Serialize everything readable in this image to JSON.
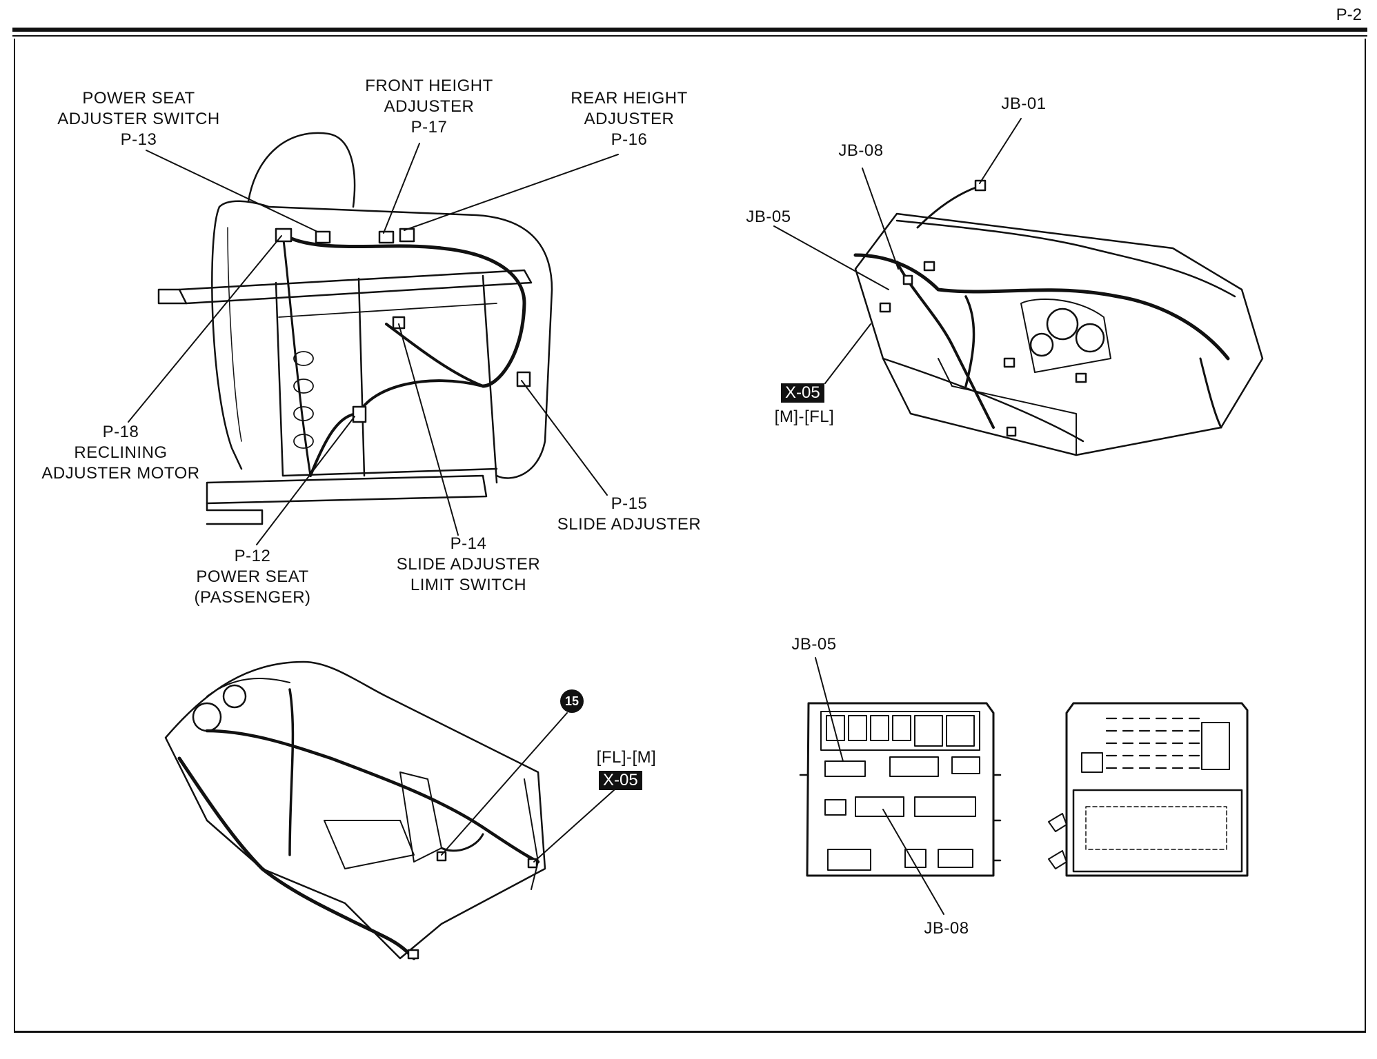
{
  "page": {
    "number": "P-2"
  },
  "seat_diagram": {
    "labels": {
      "p13": [
        "POWER SEAT",
        "ADJUSTER SWITCH",
        "P-13"
      ],
      "p17": [
        "FRONT HEIGHT",
        "ADJUSTER",
        "P-17"
      ],
      "p16": [
        "REAR HEIGHT",
        "ADJUSTER",
        "P-16"
      ],
      "p18": [
        "P-18",
        "RECLINING",
        "ADJUSTER MOTOR"
      ],
      "p15": [
        "P-15",
        "SLIDE ADJUSTER"
      ],
      "p14": [
        "P-14",
        "SLIDE ADJUSTER",
        "LIMIT SWITCH"
      ],
      "p12": [
        "P-12",
        "POWER SEAT",
        "(PASSENGER)"
      ]
    }
  },
  "dash_diagram": {
    "labels": {
      "jb01": "JB-01",
      "jb08": "JB-08",
      "jb05": "JB-05"
    },
    "connector": {
      "code": "X-05",
      "spec": "[M]-[FL]"
    }
  },
  "floor_diagram": {
    "marker": "15",
    "connector": {
      "spec": "[FL]-[M]",
      "code": "X-05"
    }
  },
  "junction_block": {
    "labels": {
      "jb05": "JB-05",
      "jb08": "JB-08"
    }
  }
}
